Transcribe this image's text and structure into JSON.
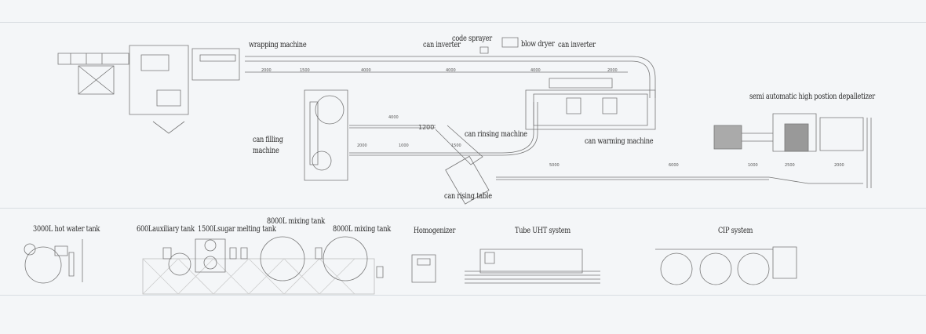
{
  "labels": {
    "wrapping_machine": "wrapping machine",
    "can_inverter_1": "can inverter",
    "code_sprayer": "code sprayer",
    "blow_dryer": "blow dryer",
    "can_inverter_2": "can inverter",
    "depalletizer": "semi automatic high postion depalletizer",
    "can_filling_machine_1": "can filling",
    "can_filling_machine_2": "machine",
    "can_rinsing_machine": "can rinsing machine",
    "can_warming_machine": "can warming machine",
    "can_rising_table": "can rising table",
    "hot_water_tank": "3000L hot water tank",
    "auxiliary_tank": "600Lauxiliary tank",
    "sugar_melting_tank": "1500Lsugar melting tank",
    "mixing_tank_1": "8000L mixing tank",
    "mixing_tank_2": "8000L mixing tank",
    "homogenizer": "Homogenizer",
    "tube_uht": "Tube UHT system",
    "cip": "CIP system"
  },
  "dimensions": {
    "top": [
      "2000",
      "1500",
      "4000",
      "4000",
      "4000",
      "2000"
    ],
    "middle": [
      "4000",
      "1200",
      "2000",
      "1000",
      "1500"
    ],
    "bottom": [
      "5000",
      "6000",
      "1000",
      "2500",
      "2000"
    ]
  }
}
